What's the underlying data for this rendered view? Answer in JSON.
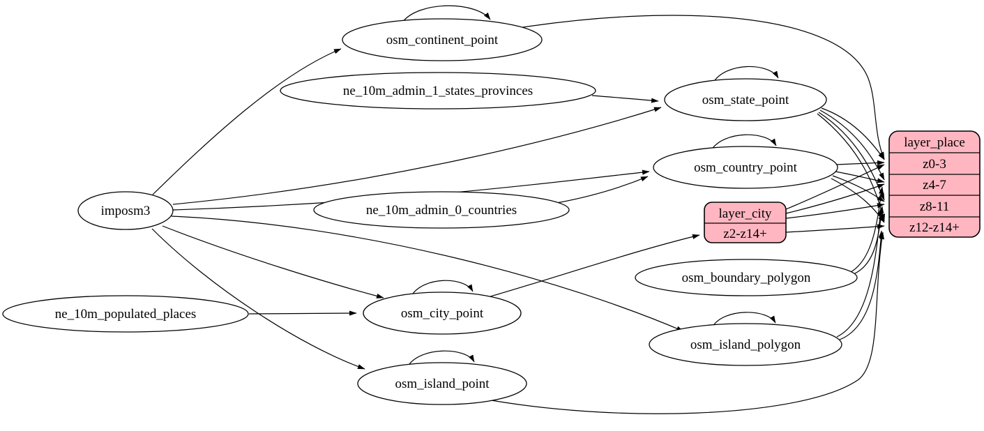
{
  "diagram": {
    "kind": "etl-flow-graph",
    "background_color": "#ffffff",
    "node_fill_color": "#ffffff",
    "record_fill_color": "#ffb6c1",
    "line_color": "#000000"
  },
  "nodes": {
    "imposm3": {
      "label": "imposm3"
    },
    "osm_continent_point": {
      "label": "osm_continent_point"
    },
    "ne_10m_admin_1_states_provinces": {
      "label": "ne_10m_admin_1_states_provinces"
    },
    "osm_state_point": {
      "label": "osm_state_point"
    },
    "osm_country_point": {
      "label": "osm_country_point"
    },
    "ne_10m_admin_0_countries": {
      "label": "ne_10m_admin_0_countries"
    },
    "ne_10m_populated_places": {
      "label": "ne_10m_populated_places"
    },
    "osm_city_point": {
      "label": "osm_city_point"
    },
    "osm_boundary_polygon": {
      "label": "osm_boundary_polygon"
    },
    "osm_island_polygon": {
      "label": "osm_island_polygon"
    },
    "osm_island_point": {
      "label": "osm_island_point"
    }
  },
  "records": {
    "layer_city": {
      "title": "layer_city",
      "rows": [
        "z2-z14+"
      ]
    },
    "layer_place": {
      "title": "layer_place",
      "rows": [
        "z0-3",
        "z4-7",
        "z8-11",
        "z12-z14+"
      ]
    }
  },
  "edges": [
    {
      "from": "imposm3",
      "to": "osm_continent_point"
    },
    {
      "from": "imposm3",
      "to": "osm_state_point"
    },
    {
      "from": "imposm3",
      "to": "osm_country_point"
    },
    {
      "from": "imposm3",
      "to": "osm_city_point"
    },
    {
      "from": "imposm3",
      "to": "osm_island_point"
    },
    {
      "from": "imposm3",
      "to": "osm_island_polygon"
    },
    {
      "from": "ne_10m_admin_1_states_provinces",
      "to": "osm_state_point"
    },
    {
      "from": "ne_10m_admin_0_countries",
      "to": "osm_country_point"
    },
    {
      "from": "ne_10m_populated_places",
      "to": "osm_city_point"
    },
    {
      "from": "osm_continent_point",
      "to": "osm_continent_point",
      "self_loop": true
    },
    {
      "from": "osm_state_point",
      "to": "osm_state_point",
      "self_loop": true
    },
    {
      "from": "osm_country_point",
      "to": "osm_country_point",
      "self_loop": true
    },
    {
      "from": "osm_city_point",
      "to": "osm_city_point",
      "self_loop": true
    },
    {
      "from": "osm_island_point",
      "to": "osm_island_point",
      "self_loop": true
    },
    {
      "from": "osm_island_polygon",
      "to": "osm_island_polygon",
      "self_loop": true
    },
    {
      "from": "osm_city_point",
      "to": "layer_city",
      "to_port": "z2-z14+"
    },
    {
      "from": "osm_continent_point",
      "to": "layer_place",
      "to_port": "z0-3"
    },
    {
      "from": "osm_state_point",
      "to": "layer_place",
      "to_port": "z0-3"
    },
    {
      "from": "osm_state_point",
      "to": "layer_place",
      "to_port": "z4-7"
    },
    {
      "from": "osm_state_point",
      "to": "layer_place",
      "to_port": "z8-11"
    },
    {
      "from": "osm_state_point",
      "to": "layer_place",
      "to_port": "z12-z14+"
    },
    {
      "from": "osm_country_point",
      "to": "layer_place",
      "to_port": "z0-3"
    },
    {
      "from": "osm_country_point",
      "to": "layer_place",
      "to_port": "z4-7"
    },
    {
      "from": "osm_country_point",
      "to": "layer_place",
      "to_port": "z8-11"
    },
    {
      "from": "osm_country_point",
      "to": "layer_place",
      "to_port": "z12-z14+"
    },
    {
      "from": "layer_city",
      "to": "layer_place",
      "to_port": "z0-3"
    },
    {
      "from": "layer_city",
      "to": "layer_place",
      "to_port": "z4-7"
    },
    {
      "from": "layer_city",
      "to": "layer_place",
      "to_port": "z8-11"
    },
    {
      "from": "layer_city",
      "to": "layer_place",
      "to_port": "z12-z14+"
    },
    {
      "from": "osm_boundary_polygon",
      "to": "layer_place",
      "to_port": "z4-7"
    },
    {
      "from": "osm_boundary_polygon",
      "to": "layer_place",
      "to_port": "z8-11"
    },
    {
      "from": "osm_island_polygon",
      "to": "layer_place",
      "to_port": "z8-11"
    },
    {
      "from": "osm_island_polygon",
      "to": "layer_place",
      "to_port": "z12-z14+"
    },
    {
      "from": "osm_island_point",
      "to": "layer_place",
      "to_port": "z12-z14+"
    }
  ]
}
